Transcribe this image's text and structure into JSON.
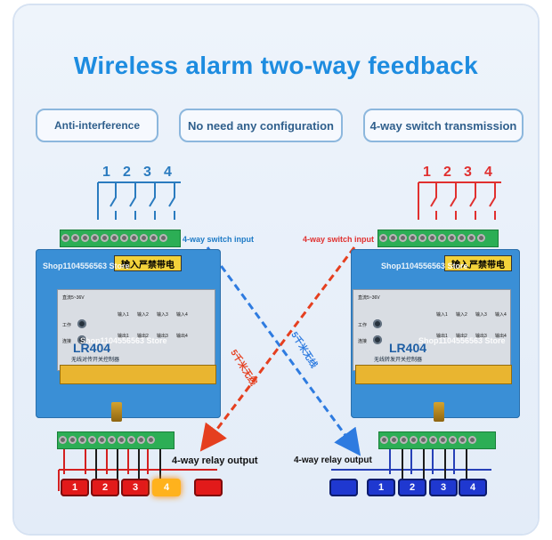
{
  "title": "Wireless alarm two-way feedback",
  "features": [
    {
      "label": "Anti-interference"
    },
    {
      "label": "No need any configuration"
    },
    {
      "label": "4-way switch transmission"
    }
  ],
  "left_switch_numbers": [
    "1",
    "2",
    "3",
    "4"
  ],
  "right_switch_numbers": [
    "1",
    "2",
    "3",
    "4"
  ],
  "left_input_label": "4-way switch input",
  "right_input_label": "4-way switch input",
  "left_output_label": "4-way relay output",
  "right_output_label": "4-way relay output",
  "device": {
    "warning": "输入严禁带电",
    "left_model": "LR404",
    "right_model": "LR404",
    "left_subtitle": "无线对传开关控制器",
    "right_subtitle": "无线转发开关控制器",
    "left_range": "直流5~36V",
    "right_range": "直流5~36V",
    "left_status_1": "工作",
    "left_status_2": "连接",
    "right_status_1": "工作",
    "right_status_2": "连接",
    "left_inputs": [
      "输入1",
      "输入2",
      "输入3",
      "输入4"
    ],
    "left_outputs": [
      "输出1",
      "输出2",
      "输出3",
      "输出4"
    ],
    "right_inputs": [
      "输入1",
      "输入2",
      "输入3",
      "输入4"
    ],
    "right_outputs": [
      "输出1",
      "输出2",
      "输出3",
      "输出4"
    ]
  },
  "wireless_left": "5千米无线",
  "wireless_right": "5千米无线",
  "bulbs_left": [
    "1",
    "2",
    "3",
    "4",
    ""
  ],
  "bulbs_right": [
    "",
    "1",
    "2",
    "3",
    "4"
  ],
  "watermark": "Shop1104556563 Store",
  "colors": {
    "title": "#1d8ce0",
    "left_switch": "#2a7bbf",
    "right_switch": "#e0302f",
    "arrow_left": "#e53f1f",
    "arrow_right": "#2e7be0",
    "device": "#3a8fd6"
  }
}
